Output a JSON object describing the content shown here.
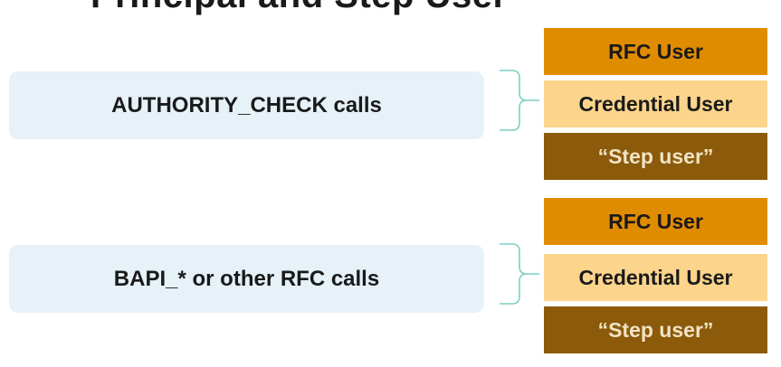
{
  "page": {
    "title": "Principal and Step User"
  },
  "groups": [
    {
      "call_label": "AUTHORITY_CHECK calls",
      "users": [
        "RFC User",
        "Credential User",
        "“Step user”"
      ]
    },
    {
      "call_label": "BAPI_* or other RFC calls",
      "users": [
        "RFC User",
        "Credential User",
        "“Step user”"
      ]
    }
  ],
  "colors": {
    "rfc_user": "#e08c00",
    "credential_user": "#fcd48b",
    "step_user": "#8b5a0a",
    "call_box": "#e6f2f8",
    "brace": "#7fcfc3"
  }
}
